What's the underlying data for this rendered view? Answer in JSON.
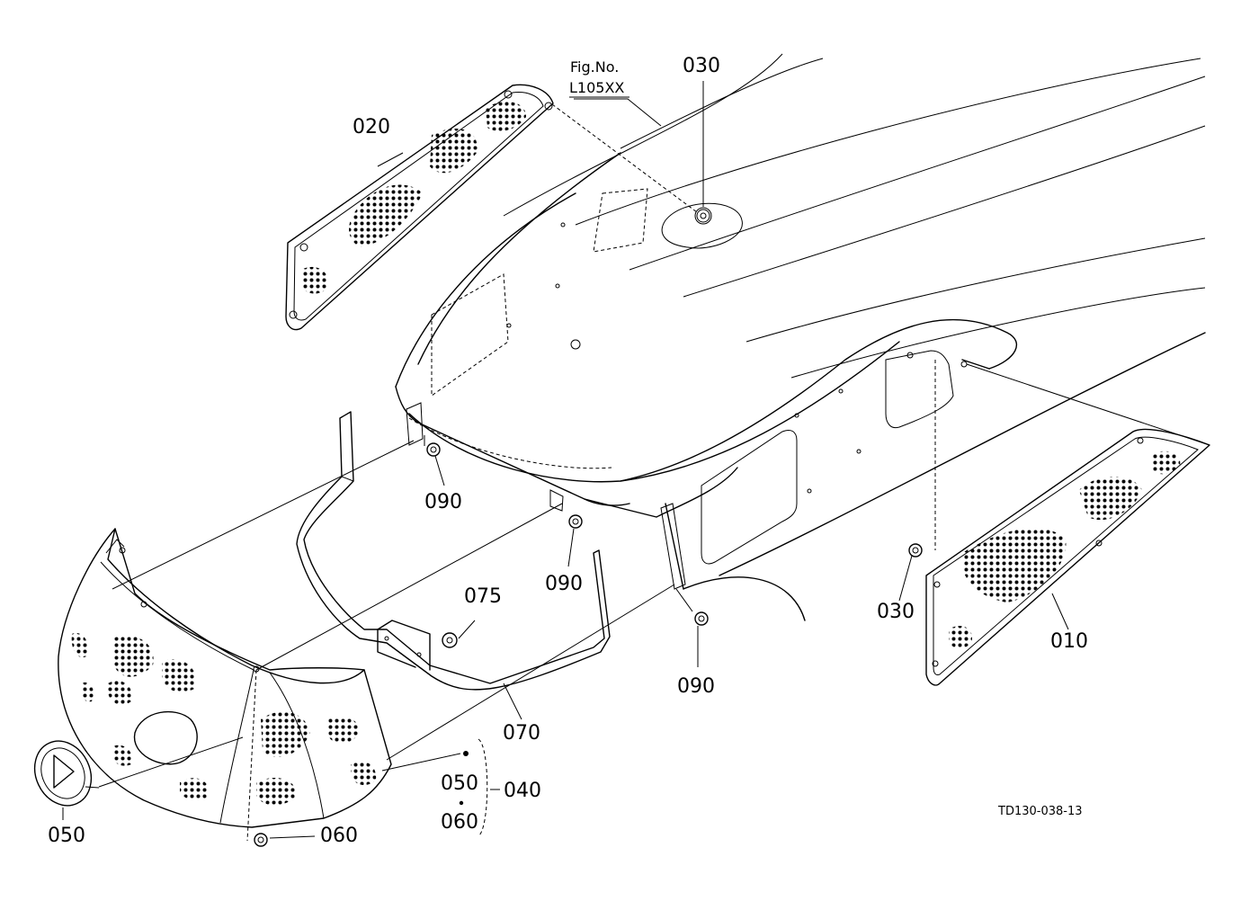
{
  "figure": {
    "fig_no_label": "Fig.No.",
    "fig_no_value": "L105XX",
    "drawing_code": "TD130-038-13"
  },
  "callouts": {
    "p010": "010",
    "p020": "020",
    "p030_top": "030",
    "p030_right": "030",
    "p040": "040",
    "p050_left": "050",
    "p050_kit": "050",
    "p060_bottom": "060",
    "p060_kit": "060",
    "p070": "070",
    "p075": "075",
    "p090_a": "090",
    "p090_b": "090",
    "p090_c": "090"
  }
}
